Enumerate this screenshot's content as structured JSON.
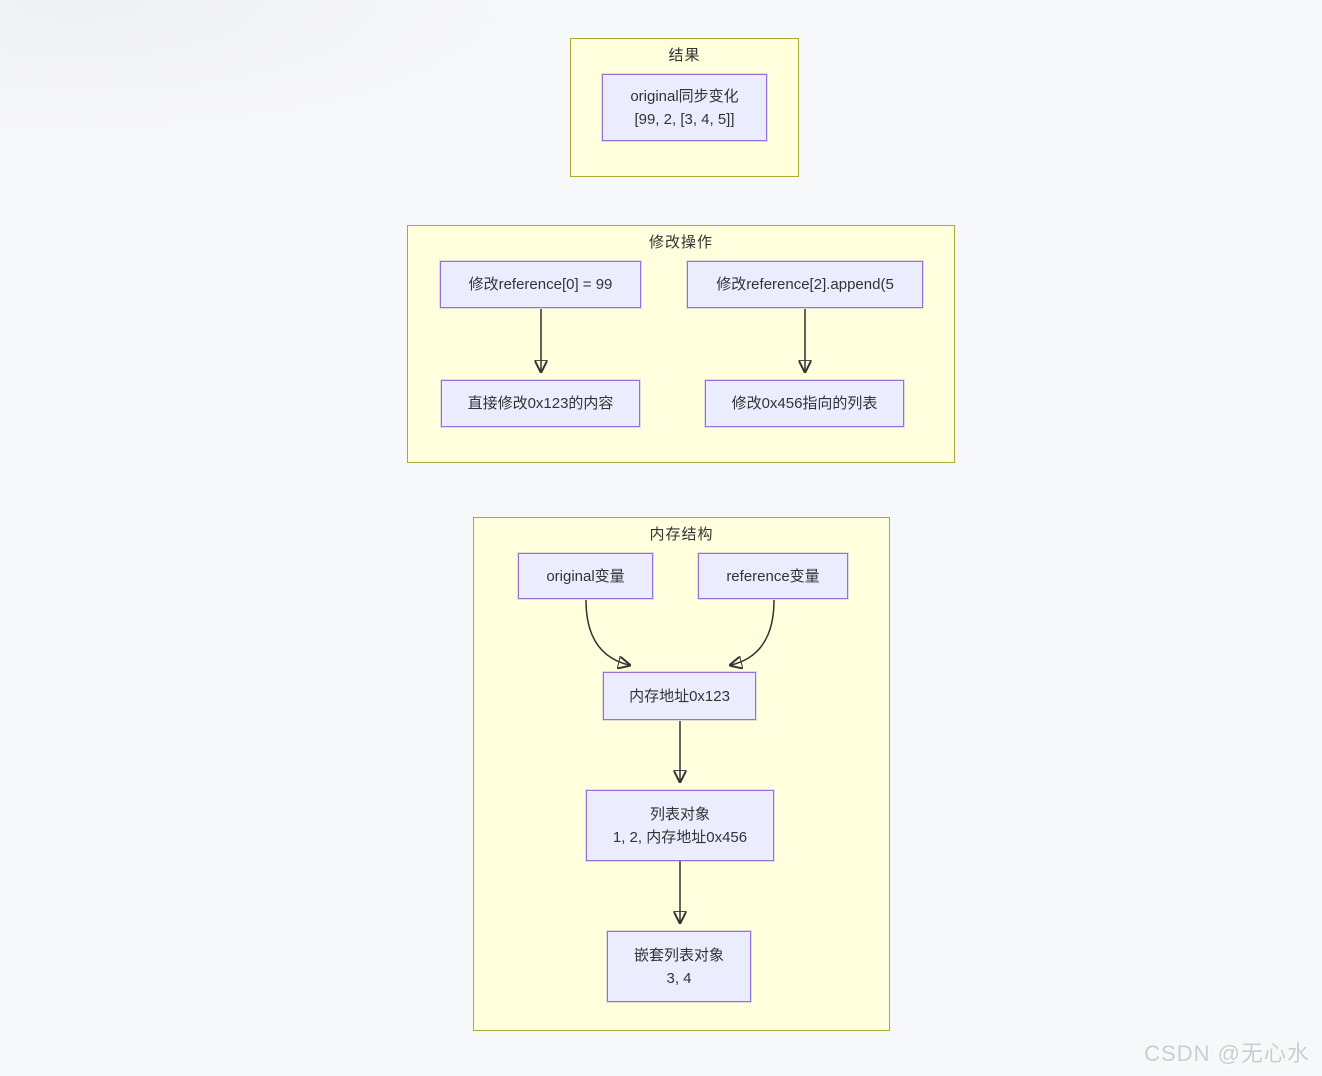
{
  "colors": {
    "cluster_fill": "#ffffde",
    "cluster_border": "#aaaa33",
    "node_fill": "#ececff",
    "node_border": "#9370db",
    "edge_color": "#333333",
    "text_color": "#333333",
    "page_bg": "#f7f8fa"
  },
  "clusters": {
    "result": {
      "title": "结果",
      "node": {
        "line1": "original同步变化",
        "line2": "[99, 2, [3, 4, 5]]"
      }
    },
    "operations": {
      "title": "修改操作",
      "nodes": {
        "op_ref0": "修改reference[0] = 99",
        "op_ref2": "修改reference[2].append(5",
        "effect_0x123": "直接修改0x123的内容",
        "effect_0x456": "修改0x456指向的列表"
      }
    },
    "memory": {
      "title": "内存结构",
      "nodes": {
        "original_var": "original变量",
        "reference_var": "reference变量",
        "addr_0x123": "内存地址0x123",
        "list_obj": {
          "line1": "列表对象",
          "line2": "1, 2, 内存地址0x456"
        },
        "nested_list": {
          "line1": "嵌套列表对象",
          "line2": "3, 4"
        }
      }
    }
  },
  "watermark": "CSDN @无心水"
}
